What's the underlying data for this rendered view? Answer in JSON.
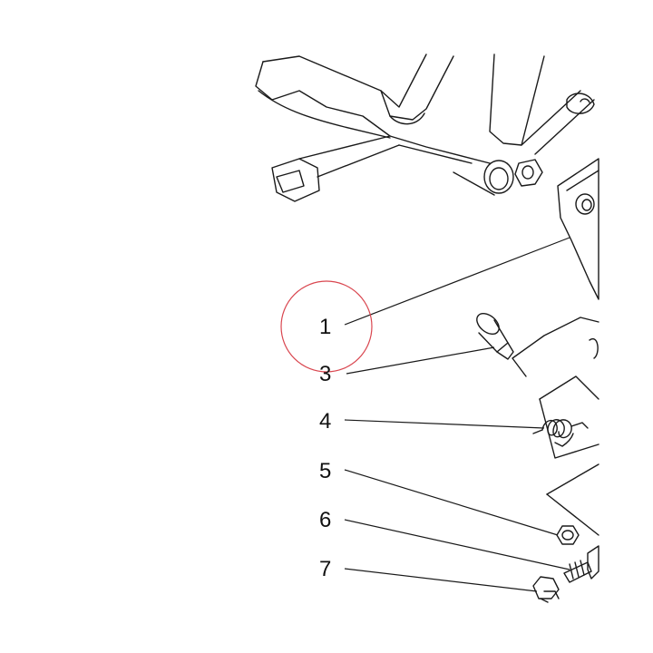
{
  "diagram": {
    "callouts": [
      {
        "label": "1",
        "name": "callout-1"
      },
      {
        "label": "3",
        "name": "callout-3"
      },
      {
        "label": "4",
        "name": "callout-4"
      },
      {
        "label": "5",
        "name": "callout-5"
      },
      {
        "label": "6",
        "name": "callout-6"
      },
      {
        "label": "7",
        "name": "callout-7"
      }
    ],
    "highlight_color": "#d9464f",
    "line_color": "#1a1a1a"
  }
}
